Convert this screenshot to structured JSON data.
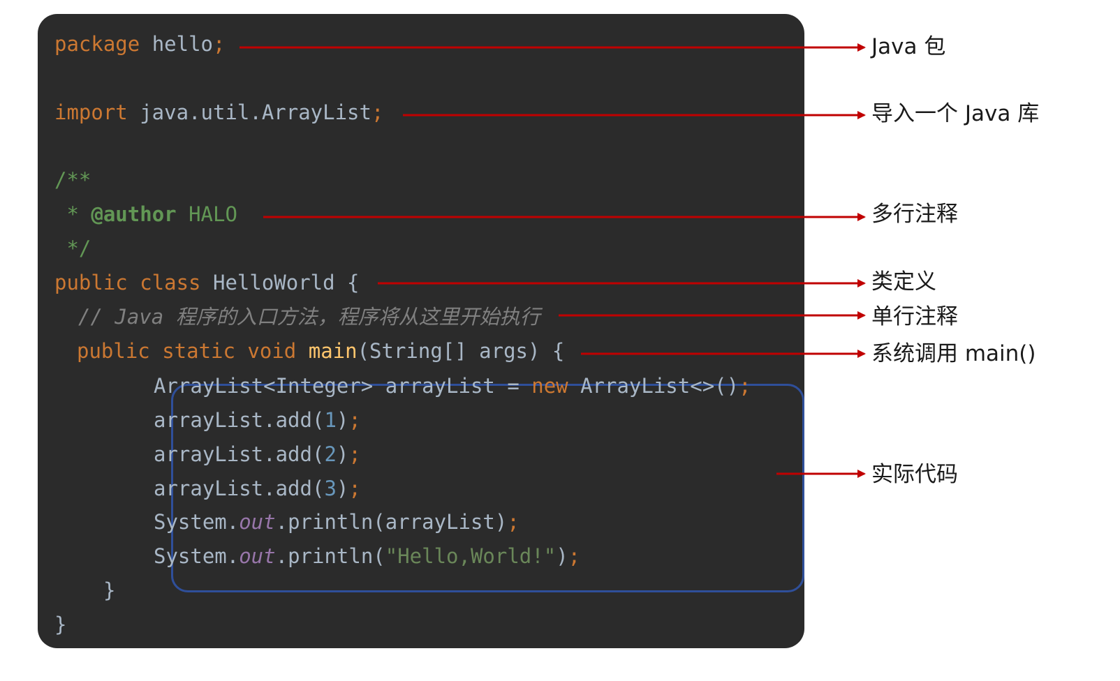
{
  "code_lines": [
    {
      "id": "package",
      "tokens": [
        {
          "t": "package ",
          "c": "keyword"
        },
        {
          "t": "hello",
          "c": "plain"
        },
        {
          "t": ";",
          "c": "punct"
        }
      ]
    },
    {
      "id": "import",
      "tokens": [
        {
          "t": "import ",
          "c": "keyword"
        },
        {
          "t": "java.util.ArrayList",
          "c": "plain"
        },
        {
          "t": ";",
          "c": "punct"
        }
      ]
    },
    {
      "id": "doc-open",
      "tokens": [
        {
          "t": "/**",
          "c": "doc"
        }
      ]
    },
    {
      "id": "doc-author",
      "tokens": [
        {
          "t": " * ",
          "c": "doc"
        },
        {
          "t": "@author",
          "c": "doc-tag"
        },
        {
          "t": " HALO",
          "c": "doc"
        }
      ]
    },
    {
      "id": "doc-close",
      "tokens": [
        {
          "t": " */",
          "c": "doc"
        }
      ]
    },
    {
      "id": "class-decl",
      "tokens": [
        {
          "t": "public class ",
          "c": "keyword"
        },
        {
          "t": "HelloWorld {",
          "c": "plain"
        }
      ]
    },
    {
      "id": "line-comment",
      "tokens": [
        {
          "t": "// Java 程序的入口方法，程序将从这里开始执行",
          "c": "comment"
        }
      ]
    },
    {
      "id": "main-decl",
      "tokens": [
        {
          "t": "public static void ",
          "c": "keyword"
        },
        {
          "t": "main",
          "c": "method"
        },
        {
          "t": "(String[] args) {",
          "c": "plain"
        }
      ]
    },
    {
      "id": "arraylist-new",
      "tokens": [
        {
          "t": "ArrayList<Integer> arrayList = ",
          "c": "plain"
        },
        {
          "t": "new ",
          "c": "keyword"
        },
        {
          "t": "ArrayList<>()",
          "c": "plain"
        },
        {
          "t": ";",
          "c": "punct"
        }
      ]
    },
    {
      "id": "add-1",
      "tokens": [
        {
          "t": "arrayList.add(",
          "c": "plain"
        },
        {
          "t": "1",
          "c": "number"
        },
        {
          "t": ")",
          "c": "plain"
        },
        {
          "t": ";",
          "c": "punct"
        }
      ]
    },
    {
      "id": "add-2",
      "tokens": [
        {
          "t": "arrayList.add(",
          "c": "plain"
        },
        {
          "t": "2",
          "c": "number"
        },
        {
          "t": ")",
          "c": "plain"
        },
        {
          "t": ";",
          "c": "punct"
        }
      ]
    },
    {
      "id": "add-3",
      "tokens": [
        {
          "t": "arrayList.add(",
          "c": "plain"
        },
        {
          "t": "3",
          "c": "number"
        },
        {
          "t": ")",
          "c": "plain"
        },
        {
          "t": ";",
          "c": "punct"
        }
      ]
    },
    {
      "id": "println-list",
      "tokens": [
        {
          "t": "System.",
          "c": "plain"
        },
        {
          "t": "out",
          "c": "field"
        },
        {
          "t": ".println(arrayList)",
          "c": "plain"
        },
        {
          "t": ";",
          "c": "punct"
        }
      ]
    },
    {
      "id": "println-hello",
      "tokens": [
        {
          "t": "System.",
          "c": "plain"
        },
        {
          "t": "out",
          "c": "field"
        },
        {
          "t": ".println(",
          "c": "plain"
        },
        {
          "t": "\"Hello,World!\"",
          "c": "string"
        },
        {
          "t": ")",
          "c": "plain"
        },
        {
          "t": ";",
          "c": "punct"
        }
      ]
    },
    {
      "id": "main-close",
      "tokens": [
        {
          "t": "}",
          "c": "plain"
        }
      ]
    },
    {
      "id": "class-close",
      "tokens": [
        {
          "t": "}",
          "c": "plain"
        }
      ]
    }
  ],
  "annotations": [
    {
      "id": "package",
      "label": "Java 包"
    },
    {
      "id": "import",
      "label": "导入一个 Java 库"
    },
    {
      "id": "multiline-comment",
      "label": "多行注释"
    },
    {
      "id": "class-def",
      "label": "类定义"
    },
    {
      "id": "single-comment",
      "label": "单行注释"
    },
    {
      "id": "main-call",
      "label": "系统调用 main()"
    },
    {
      "id": "actual-code",
      "label": "实际代码"
    }
  ],
  "colors": {
    "panel_background": "#2b2b2b",
    "arrow": "#c00000",
    "highlight_box": "#2f4f9a",
    "keyword": "#cc7832",
    "plain_text": "#a9b7c6",
    "doc_comment": "#629755",
    "line_comment": "#808080",
    "method_name": "#ffc66d",
    "number": "#6897bb",
    "static_field": "#9876aa",
    "string": "#6a8759"
  }
}
